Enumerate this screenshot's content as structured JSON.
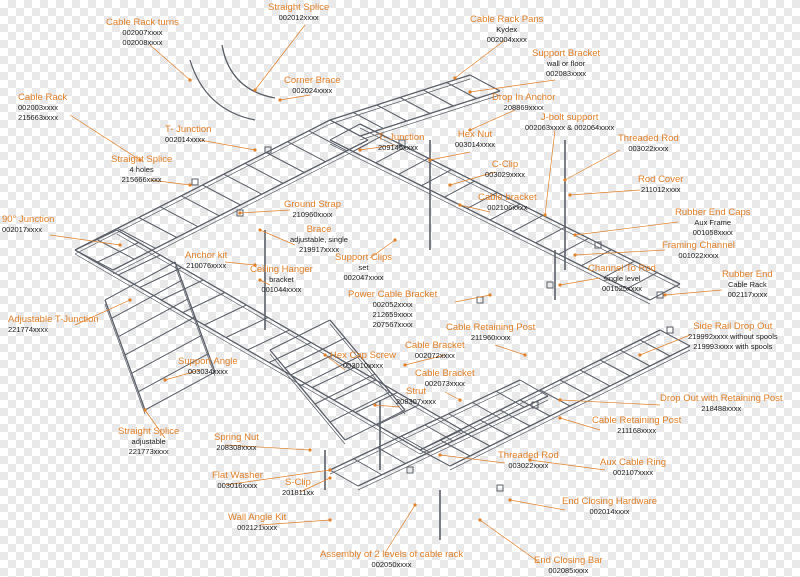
{
  "colors": {
    "label": "#e0822a",
    "code": "#222222",
    "rack": "#5a5f68",
    "leader": "#e0822a",
    "checker": "#e9e9e9"
  },
  "labels": [
    {
      "id": "cable-rack-turns",
      "name": "Cable Rack turns",
      "lines": [
        "002007xxxx",
        "002008xxxx"
      ]
    },
    {
      "id": "straight-splice-top",
      "name": "Straight Splice",
      "lines": [
        "002012xxxx"
      ]
    },
    {
      "id": "cable-rack-pans",
      "name": "Cable Rack Pans",
      "lines": [
        "Kydex",
        "002004xxxx"
      ]
    },
    {
      "id": "support-bracket",
      "name": "Support Bracket",
      "lines": [
        "wall or floor",
        "002083xxxx"
      ]
    },
    {
      "id": "corner-brace",
      "name": "Corner Brace",
      "lines": [
        "002024xxxx"
      ]
    },
    {
      "id": "cable-rack",
      "name": "Cable Rack",
      "lines": [
        "002003xxxx",
        "215663xxxx"
      ]
    },
    {
      "id": "drop-in-anchor",
      "name": "Drop In Anchor",
      "lines": [
        "208869xxxx"
      ]
    },
    {
      "id": "j-bolt-support",
      "name": "J-bolt support",
      "lines": [
        "002063xxxx & 002064xxxx"
      ]
    },
    {
      "id": "t-junction-left",
      "name": "T- Junction",
      "lines": [
        "002014xxxx"
      ]
    },
    {
      "id": "t-junction-right",
      "name": "T- Junction",
      "lines": [
        "209145xxxx"
      ]
    },
    {
      "id": "hex-nut",
      "name": "Hex Nut",
      "lines": [
        "003014xxxx"
      ]
    },
    {
      "id": "threaded-rod-top",
      "name": "Threaded Rod",
      "lines": [
        "003022xxxx"
      ]
    },
    {
      "id": "straight-splice-4holes",
      "name": "Straight Splice",
      "lines": [
        "4 holes",
        "215666xxxx"
      ]
    },
    {
      "id": "c-clip",
      "name": "C-Clip",
      "lines": [
        "003029xxxx"
      ]
    },
    {
      "id": "rod-cover",
      "name": "Rod Cover",
      "lines": [
        "211012xxxx"
      ]
    },
    {
      "id": "cable-bracket-top",
      "name": "Cable bracket",
      "lines": [
        "002106xxxx"
      ]
    },
    {
      "id": "ground-strap",
      "name": "Ground Strap",
      "lines": [
        "210960xxxx"
      ]
    },
    {
      "id": "rubber-end-caps",
      "name": "Rubber End Caps",
      "lines": [
        "Aux Frame",
        "001058xxxx"
      ]
    },
    {
      "id": "junction-90",
      "name": "90° Junction",
      "lines": [
        "002017xxxx"
      ]
    },
    {
      "id": "brace",
      "name": "Brace",
      "lines": [
        "adjustable, single",
        "219917xxxx"
      ]
    },
    {
      "id": "framing-channel",
      "name": "Framing Channel",
      "lines": [
        "001022xxxx"
      ]
    },
    {
      "id": "support-clips",
      "name": "Support Clips",
      "lines": [
        "set",
        "002047xxxx"
      ]
    },
    {
      "id": "anchor-kit",
      "name": "Anchor kit",
      "lines": [
        "210076xxxx"
      ]
    },
    {
      "id": "channel-to-rod",
      "name": "Channel To Rod",
      "lines": [
        "single level",
        "001025xxxx"
      ]
    },
    {
      "id": "rubber-end",
      "name": "Rubber End",
      "lines": [
        "Cable Rack",
        "002117xxxx"
      ]
    },
    {
      "id": "ceiling-hanger",
      "name": "Ceiling Hanger",
      "lines": [
        "bracket",
        "001044xxxx"
      ]
    },
    {
      "id": "power-cable-bracket",
      "name": "Power Cable Bracket",
      "lines": [
        "002052xxxx",
        "212659xxxx",
        "207567xxxx"
      ]
    },
    {
      "id": "adjustable-t-junction",
      "name": "Adjustable T-Junction",
      "lines": [
        "221774xxxx"
      ]
    },
    {
      "id": "side-rail-drop-out",
      "name": "Side Rail Drop Out",
      "lines": [
        "219992xxxx without spools",
        "219993xxxx with spools"
      ]
    },
    {
      "id": "cable-retaining-post-top",
      "name": "Cable Retaining Post",
      "lines": [
        "211960xxxx"
      ]
    },
    {
      "id": "cable-bracket-mid",
      "name": "Cable Bracket",
      "lines": [
        "002072xxxx"
      ]
    },
    {
      "id": "hex-cap-screw",
      "name": "Hex Cap Screw",
      "lines": [
        "003010xxxx"
      ]
    },
    {
      "id": "cable-bracket-low",
      "name": "Cable Bracket",
      "lines": [
        "002073xxxx"
      ]
    },
    {
      "id": "support-angle",
      "name": "Support Angle",
      "lines": [
        "003034xxxx"
      ]
    },
    {
      "id": "drop-out-retaining-post",
      "name": "Drop Out with Retaining Post",
      "lines": [
        "218488xxxx"
      ]
    },
    {
      "id": "strut",
      "name": "Strut",
      "lines": [
        "208307xxxx"
      ]
    },
    {
      "id": "cable-retaining-post-right",
      "name": "Cable Retaining Post",
      "lines": [
        "211168xxxx"
      ]
    },
    {
      "id": "straight-splice-adjustable",
      "name": "Straight Splice",
      "lines": [
        "adjustable",
        "221773xxxx"
      ]
    },
    {
      "id": "spring-nut",
      "name": "Spring Nut",
      "lines": [
        "208308xxxx"
      ]
    },
    {
      "id": "threaded-rod-bottom",
      "name": "Threaded Rod",
      "lines": [
        "003022xxxx"
      ]
    },
    {
      "id": "aux-cable-ring",
      "name": "Aux Cable Ring",
      "lines": [
        "002107xxxx"
      ]
    },
    {
      "id": "flat-washer",
      "name": "Flat Washer",
      "lines": [
        "003016xxxx"
      ]
    },
    {
      "id": "s-clip",
      "name": "S-Clip",
      "lines": [
        "201811xx"
      ]
    },
    {
      "id": "end-closing-hardware",
      "name": "End Closing Hardware",
      "lines": [
        "002014xxxx"
      ]
    },
    {
      "id": "wall-angle-kit",
      "name": "Wall Angle Kit",
      "lines": [
        "002121xxxx"
      ]
    },
    {
      "id": "assembly-2-levels",
      "name": "Assembly of 2 levels of cable rack",
      "lines": [
        "002050xxxx"
      ]
    },
    {
      "id": "end-closing-bar",
      "name": "End Closing Bar",
      "lines": [
        "002085xxxx"
      ]
    }
  ]
}
